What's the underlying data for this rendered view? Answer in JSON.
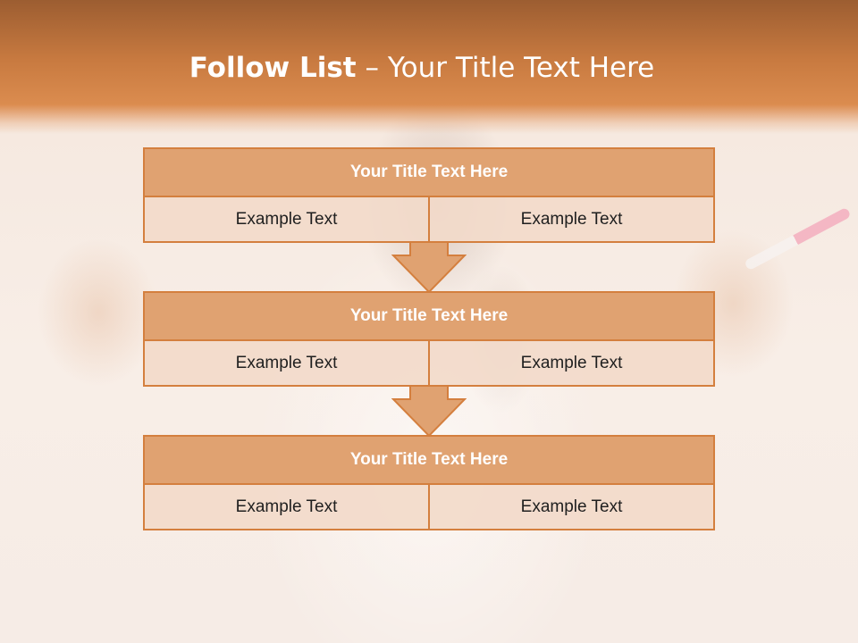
{
  "slide": {
    "title_bold": "Follow List",
    "title_rest": " – Your Title Text Here"
  },
  "blocks": [
    {
      "title": "Your Title Text Here",
      "left": "Example Text",
      "right": "Example Text"
    },
    {
      "title": "Your Title Text Here",
      "left": "Example Text",
      "right": "Example Text"
    },
    {
      "title": "Your Title Text Here",
      "left": "Example Text",
      "right": "Example Text"
    }
  ],
  "colors": {
    "header": "#c87a40",
    "block_title_fill": "#e0a271",
    "block_border": "#d47f3e",
    "cell_fill": "#f2daca"
  }
}
